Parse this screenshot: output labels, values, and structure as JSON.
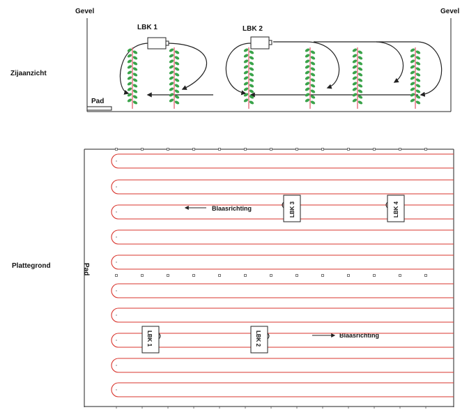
{
  "side_view": {
    "gevel_left": "Gevel",
    "gevel_right": "Gevel",
    "lbk1": "LBK 1",
    "lbk2": "LBK 2",
    "pad": "Pad",
    "section_label": "Zijaanzicht"
  },
  "plan_view": {
    "section_label": "Plattegrond",
    "pad": "Pad",
    "blaasrichting_top": "Blaasrichting",
    "blaasrichting_bottom": "Blaasrichting",
    "units": [
      {
        "label": "LBK 1"
      },
      {
        "label": "LBK 2"
      },
      {
        "label": "LBK 3"
      },
      {
        "label": "LBK 4"
      }
    ]
  },
  "colors": {
    "pipe": "#d9362e",
    "plant_leaf": "#3aa34a",
    "plant_stem": "#e56a7a",
    "line": "#222222"
  }
}
